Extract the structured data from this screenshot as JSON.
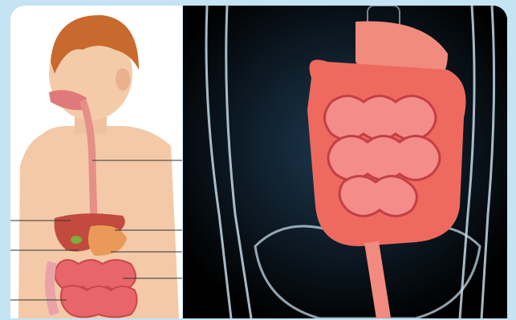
{
  "colors": {
    "frame": "#c4e3f3",
    "skin": "#f3c9a8",
    "hair": "#c8692d",
    "intestine": "#e8666a",
    "liver": "#c24a3e",
    "stomach": "#e99a58",
    "xray_bone": "#cfe6f5",
    "xray_bg": "#000000"
  },
  "panels": {
    "left": {
      "description_icon": "child-digestive-anatomy"
    },
    "right": {
      "description_icon": "xray-digestive-system"
    }
  },
  "label_lines": 7
}
